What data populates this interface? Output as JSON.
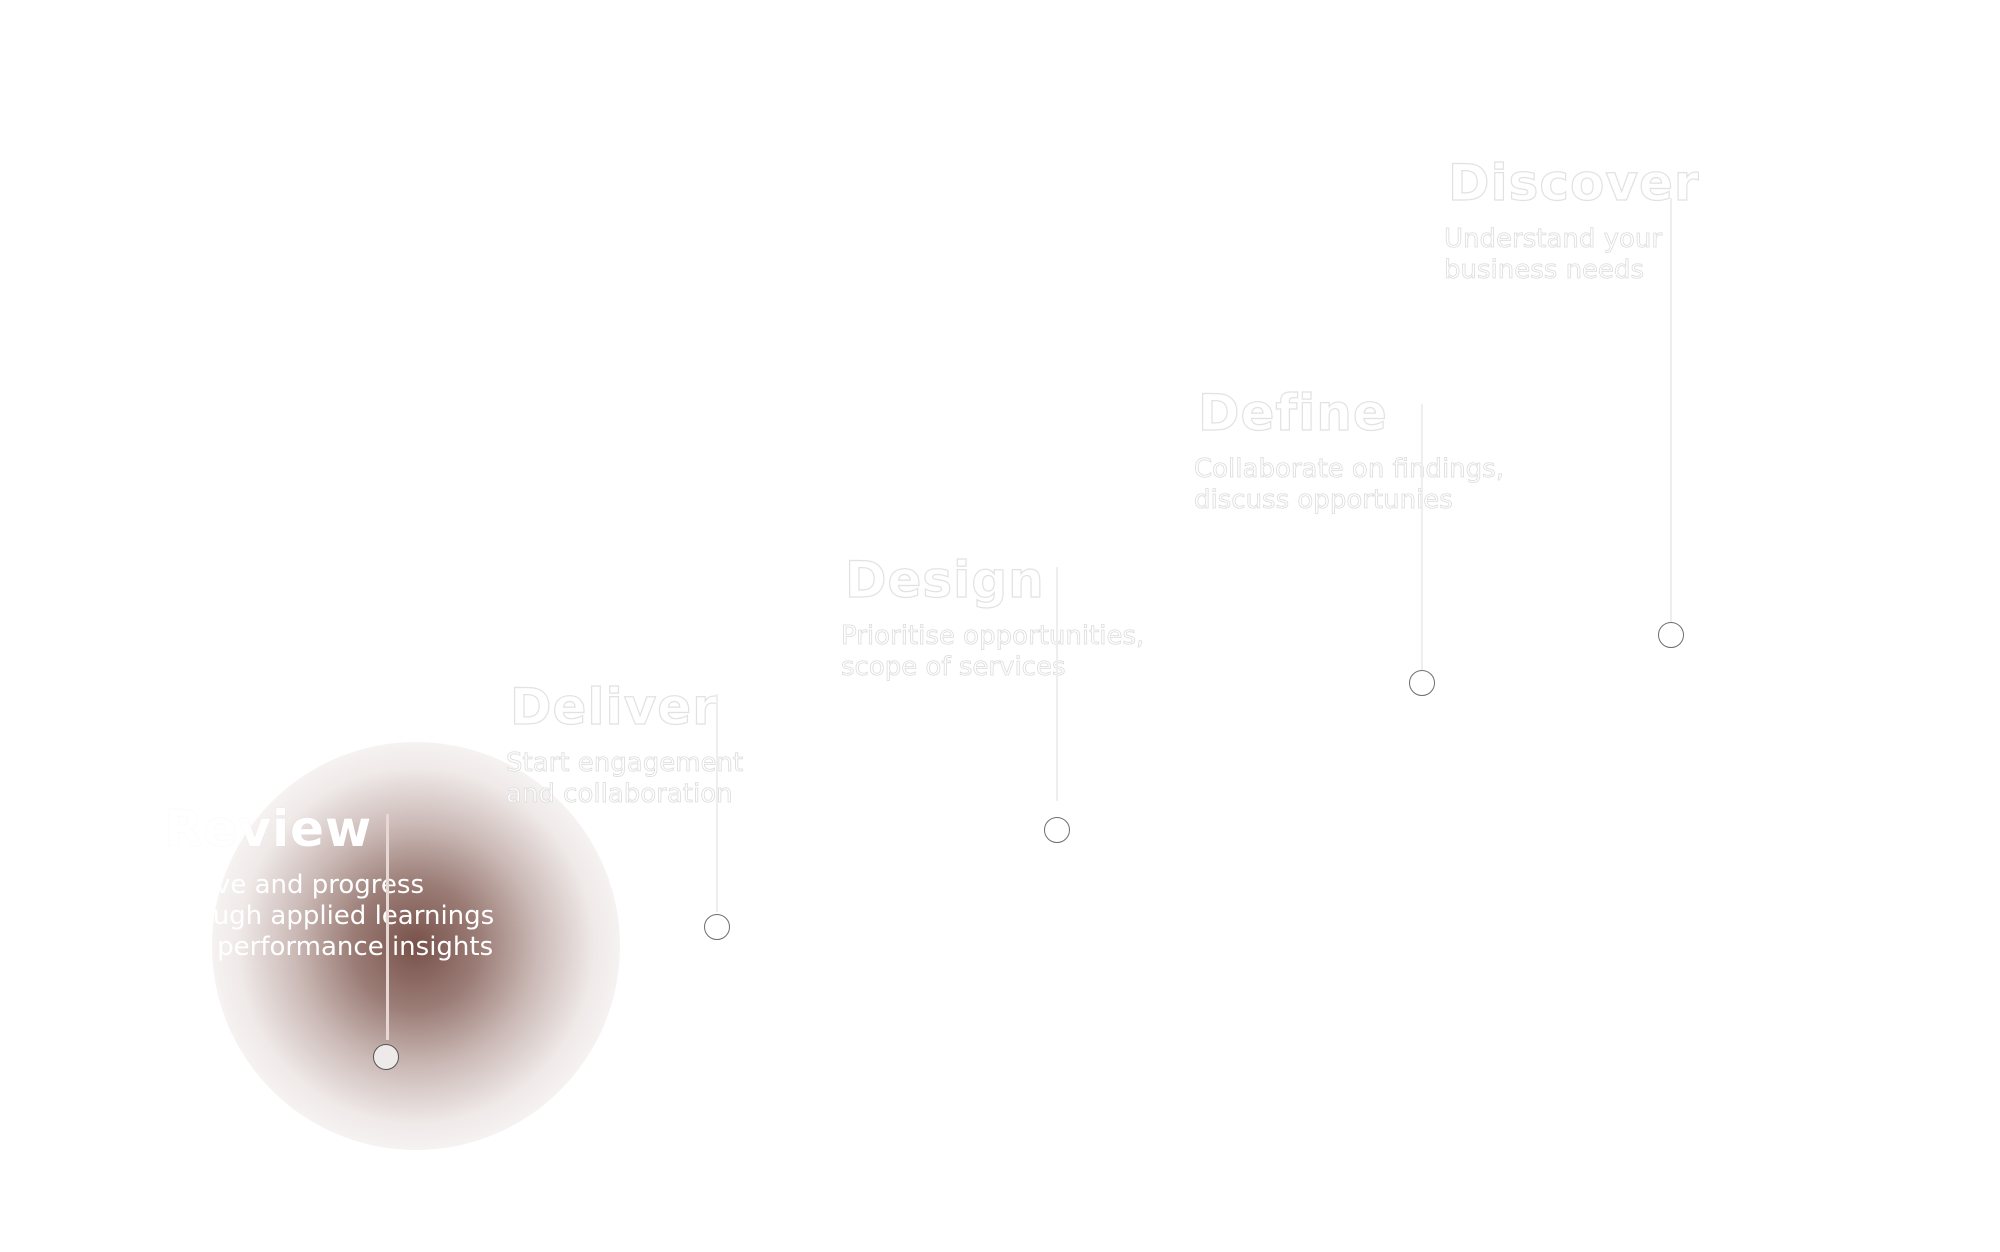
{
  "process": {
    "steps": [
      {
        "title": "Discover",
        "description_line1": "Understand your",
        "description_line2": "business needs",
        "active": false
      },
      {
        "title": "Define",
        "description_line1": "Collaborate on findings,",
        "description_line2": "discuss opportunies",
        "active": false
      },
      {
        "title": "Design",
        "description_line1": "Prioritise opportunities,",
        "description_line2": "scope of services",
        "active": false
      },
      {
        "title": "Deliver",
        "description_line1": "Start engagement",
        "description_line2": "and collaboration",
        "active": false
      },
      {
        "title": "Review",
        "description_line1": "Evolve and progress",
        "description_line2": "through applied learnings",
        "description_line3": "and performance insights",
        "active": true
      }
    ]
  },
  "colors": {
    "glow": "#704840",
    "dot_border": "#6e6e6e",
    "outline_text": "#e2e2e2",
    "background": "#ffffff"
  }
}
